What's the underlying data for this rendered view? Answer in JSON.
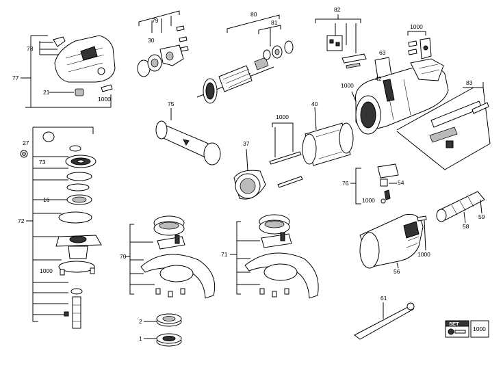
{
  "labels": {
    "l1": "1",
    "l2": "2",
    "l16": "16",
    "l21": "21",
    "l27": "27",
    "l30": "30",
    "l37": "37",
    "l40": "40",
    "l42": "42",
    "l54": "54",
    "l56": "56",
    "l58": "58",
    "l59": "59",
    "l61": "61",
    "l63": "63",
    "l70": "70",
    "l71": "71",
    "l72": "72",
    "l73": "73",
    "l75": "75",
    "l76": "76",
    "l77": "77",
    "l78": "78",
    "l79": "79",
    "l80": "80",
    "l81": "81",
    "l82": "82",
    "l83": "83",
    "k1000": "1000"
  },
  "set_badge": {
    "title": "SET",
    "number": "1000"
  }
}
